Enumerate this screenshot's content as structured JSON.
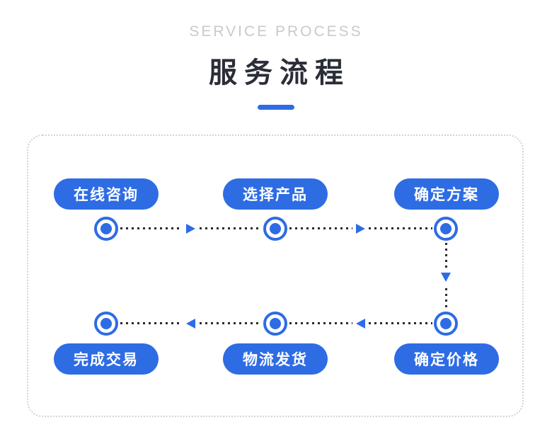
{
  "header": {
    "subtitle": "SERVICE PROCESS",
    "title": "服务流程"
  },
  "colors": {
    "accent_blue": "#2e6ce4",
    "title_dark": "#2b2e38",
    "subtitle_gray": "#c7cacf",
    "connector_dot": "#2b2b2b",
    "panel_border": "#d3d3d3"
  },
  "flow": {
    "top_row": [
      {
        "label": "在线咨询"
      },
      {
        "label": "选择产品"
      },
      {
        "label": "确定方案"
      }
    ],
    "bottom_row": [
      {
        "label": "完成交易"
      },
      {
        "label": "物流发货"
      },
      {
        "label": "确定价格"
      }
    ],
    "sequence": [
      "在线咨询",
      "选择产品",
      "确定方案",
      "确定价格",
      "物流发货",
      "完成交易"
    ]
  }
}
